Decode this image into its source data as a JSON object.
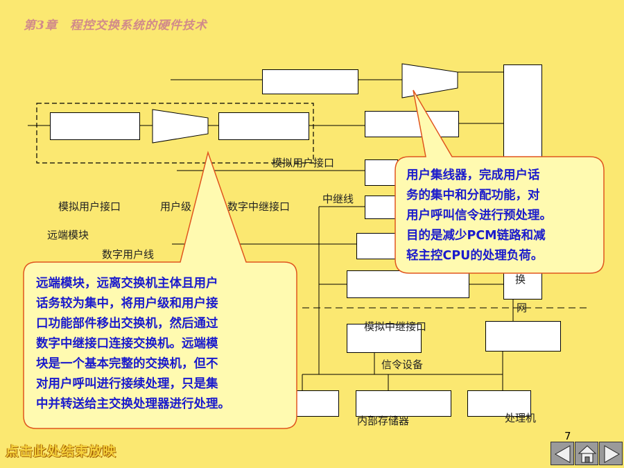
{
  "header": {
    "title": "第3章　程控交换系统的硬件技术"
  },
  "diagram": {
    "labels": {
      "analog_user_interface_top": "模拟用户接口",
      "analog_user_interface": "模拟用户接口",
      "user_level": "用户级",
      "digital_trunk_interface": "数字中继接口",
      "trunk_line": "中继线",
      "remote_module": "远端模块",
      "digital_user_line": "数字用户线",
      "analog_trunk_interface": "模拟中继接口",
      "signaling_equipment": "信令设备",
      "internal_memory": "内部存储器",
      "processor": "处理机",
      "switch_char_1": "换",
      "switch_char_2": "网"
    }
  },
  "callouts": {
    "concentrator": [
      "用户集线器，完成用户话",
      "务的集中和分配功能，对",
      "用户呼叫信令进行预处理。",
      "目的是减少PCM链路和减",
      "轻主控CPU的处理负荷。"
    ],
    "remote": [
      "远端模块，远离交换机主体且用户",
      "话务较为集中，将用户级和用户接",
      "口功能部件移出交换机，然后通过",
      "数字中继接口连接交换机。远端模",
      "块是一个基本完整的交换机，但不",
      "对用户呼叫进行接续处理，只是集",
      "中并转送给主交换处理器进行处理。"
    ]
  },
  "footer": {
    "end_show": "点击此处结束放映",
    "page_number": "7"
  },
  "nav": {
    "prev": "previous-slide",
    "home": "home",
    "next": "next-slide"
  },
  "colors": {
    "background": "#FBE871",
    "callout_fill": "#FFFAB0",
    "callout_border": "#E0541E",
    "callout_text": "#1a1acc",
    "header": "#D18A8A"
  }
}
